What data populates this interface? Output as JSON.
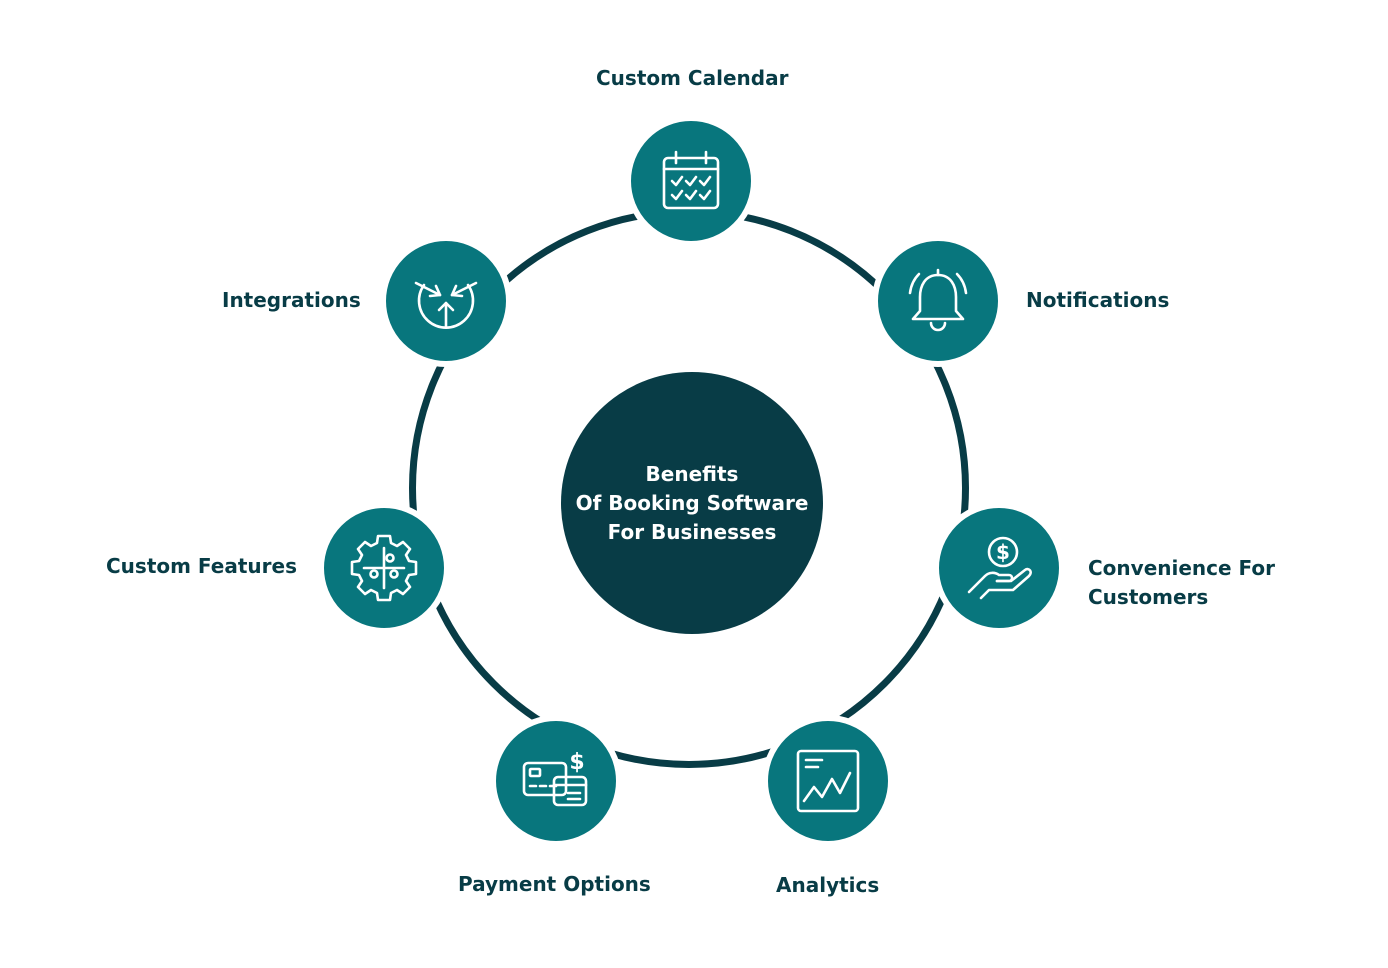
{
  "center": {
    "lines": [
      "Benefits",
      "Of Booking Software",
      "For Businesses"
    ]
  },
  "nodes": [
    {
      "id": "custom-calendar",
      "icon": "calendar-icon",
      "lines": [
        "Custom Calendar"
      ]
    },
    {
      "id": "notifications",
      "icon": "bell-icon",
      "lines": [
        "Notifications"
      ]
    },
    {
      "id": "convenience",
      "icon": "hand-coin-icon",
      "lines": [
        "Convenience For",
        "Customers"
      ]
    },
    {
      "id": "analytics",
      "icon": "chart-screen-icon",
      "lines": [
        "Analytics"
      ]
    },
    {
      "id": "payment-options",
      "icon": "credit-card-icon",
      "lines": [
        "Payment Options"
      ]
    },
    {
      "id": "custom-features",
      "icon": "puzzle-gear-icon",
      "lines": [
        "Custom Features"
      ]
    },
    {
      "id": "integrations",
      "icon": "integration-arrows-icon",
      "lines": [
        "Integrations"
      ]
    }
  ],
  "colors": {
    "dark": "#083c46",
    "teal": "#08767d",
    "background": "#ffffff"
  }
}
